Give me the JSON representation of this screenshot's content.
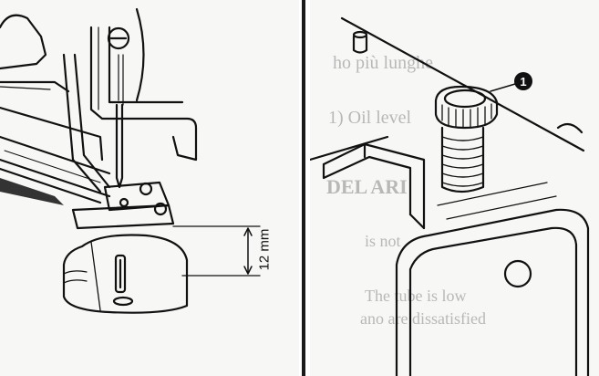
{
  "left_illustration": {
    "dimension_label": "12 mm"
  },
  "right_illustration": {
    "callout_number": "1",
    "background_text_lines": [
      "ho più lunghe",
      "1) Oil level",
      "DEL ARI",
      "is not",
      "The tube is low",
      "ano are dissatisfied"
    ]
  },
  "colors": {
    "ink": "#111111",
    "paper": "#f7f7f5",
    "faded_text": "#b8b8b8"
  },
  "icons": [
    "presser-foot-diagram-icon",
    "oil-cap-diagram-icon"
  ]
}
